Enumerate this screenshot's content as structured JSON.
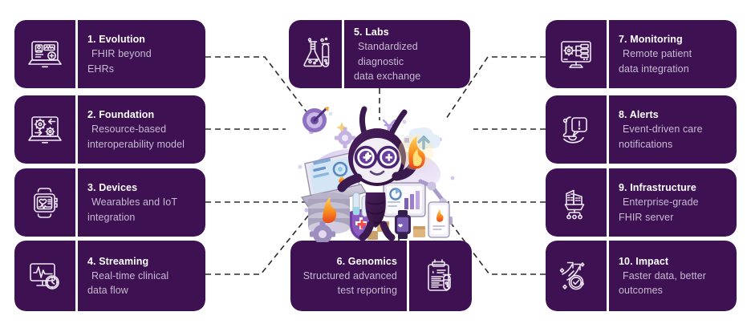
{
  "meta": {
    "background_color": "#FFFFFF",
    "card_color": "#3D1152",
    "title_color": "#FFFFFF",
    "desc_color": "#C7BBD2",
    "connector_color": "#2B2B2B"
  },
  "cards": [
    {
      "id": "evolution",
      "number": "1.",
      "title": "1. Evolution",
      "desc_line1": "FHIR beyond",
      "desc_line2": "EHRs",
      "icon": "laptop-patient-record-icon",
      "side": "left"
    },
    {
      "id": "foundation",
      "number": "2.",
      "title": "2. Foundation",
      "desc_line1": "Resource-based",
      "desc_line2": "interoperability model",
      "icon": "laptop-gears-exchange-icon",
      "side": "left"
    },
    {
      "id": "devices",
      "number": "3.",
      "title": "3. Devices",
      "desc_line1": "Wearables and IoT",
      "desc_line2": "integration",
      "icon": "smartwatch-heart-icon",
      "side": "left"
    },
    {
      "id": "streaming",
      "number": "4.",
      "title": "4. Streaming",
      "desc_line1": "Real-time clinical",
      "desc_line2": "data flow",
      "icon": "monitor-ecg-clock-icon",
      "side": "left"
    },
    {
      "id": "labs",
      "number": "5.",
      "title": "5. Labs",
      "desc_line1": "Standardized diagnostic",
      "desc_line2": "data exchange",
      "icon": "flask-testtube-icon",
      "side": "top"
    },
    {
      "id": "genomics",
      "number": "6.",
      "title": "6. Genomics",
      "desc_line1": "Structured advanced",
      "desc_line2": "test reporting",
      "icon": "clipboard-testtube-report-icon",
      "side": "bottom"
    },
    {
      "id": "monitoring",
      "number": "7.",
      "title": "7. Monitoring",
      "desc_line1": "Remote patient",
      "desc_line2": "data integration",
      "icon": "monitor-gear-network-icon",
      "side": "right"
    },
    {
      "id": "alerts",
      "number": "8.",
      "title": "8. Alerts",
      "desc_line1": "Event-driven care",
      "desc_line2": "notifications",
      "icon": "bell-alert-exclamation-icon",
      "side": "right"
    },
    {
      "id": "infrastructure",
      "number": "9.",
      "title": "9. Infrastructure",
      "desc_line1": "Enterprise-grade",
      "desc_line2": "FHIR server",
      "icon": "building-server-network-icon",
      "side": "right"
    },
    {
      "id": "impact",
      "number": "10.",
      "title": "10. Impact",
      "desc_line1": "Faster data, better",
      "desc_line2": "outcomes",
      "icon": "growth-arrows-check-icon",
      "side": "right"
    }
  ],
  "center_illustration": {
    "name": "fhir-firefly-mascot-illustration",
    "description": "Purple firefly mascot holding a flame, surrounded by laptop dashboard, database stacks, shield, tablets, smartwatch, robotic arm, cloud upload, DNA helix and target icons",
    "elements": [
      "mascot-firefly",
      "flame-fhir-logo",
      "laptop-dashboard",
      "database-stack",
      "shield-health",
      "tablet-charts",
      "smartwatch",
      "robotic-arm",
      "cloud-upload",
      "dna-helix",
      "target-dart",
      "gear"
    ]
  }
}
